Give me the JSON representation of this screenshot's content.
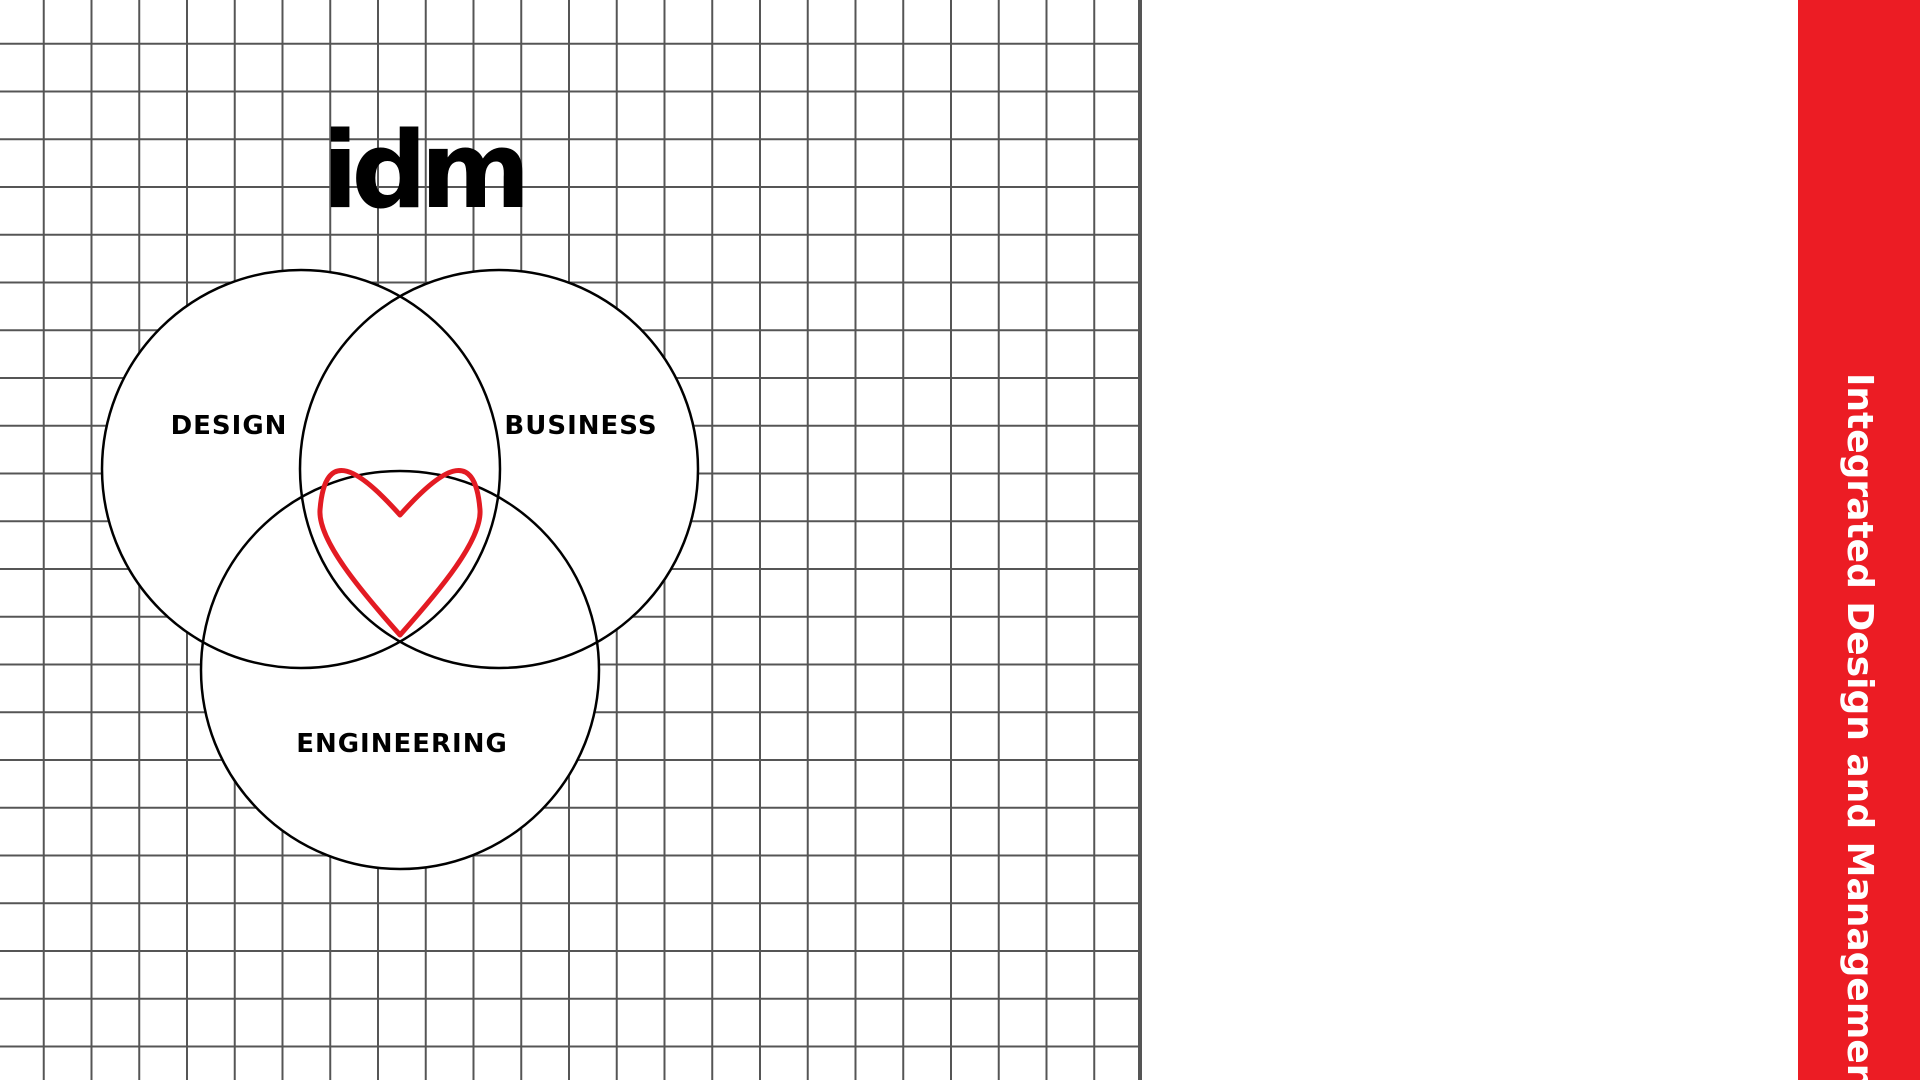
{
  "logo": {
    "text": "idm"
  },
  "diagram": {
    "circles": [
      {
        "id": "design",
        "label": "DESIGN"
      },
      {
        "id": "business",
        "label": "BUSINESS"
      },
      {
        "id": "engineering",
        "label": "ENGINEERING"
      }
    ],
    "center_icon": "heart-icon",
    "center_icon_color": "#e31b23"
  },
  "side_band": {
    "title": "Integrated Design and Management",
    "color": "#ec1c24"
  }
}
